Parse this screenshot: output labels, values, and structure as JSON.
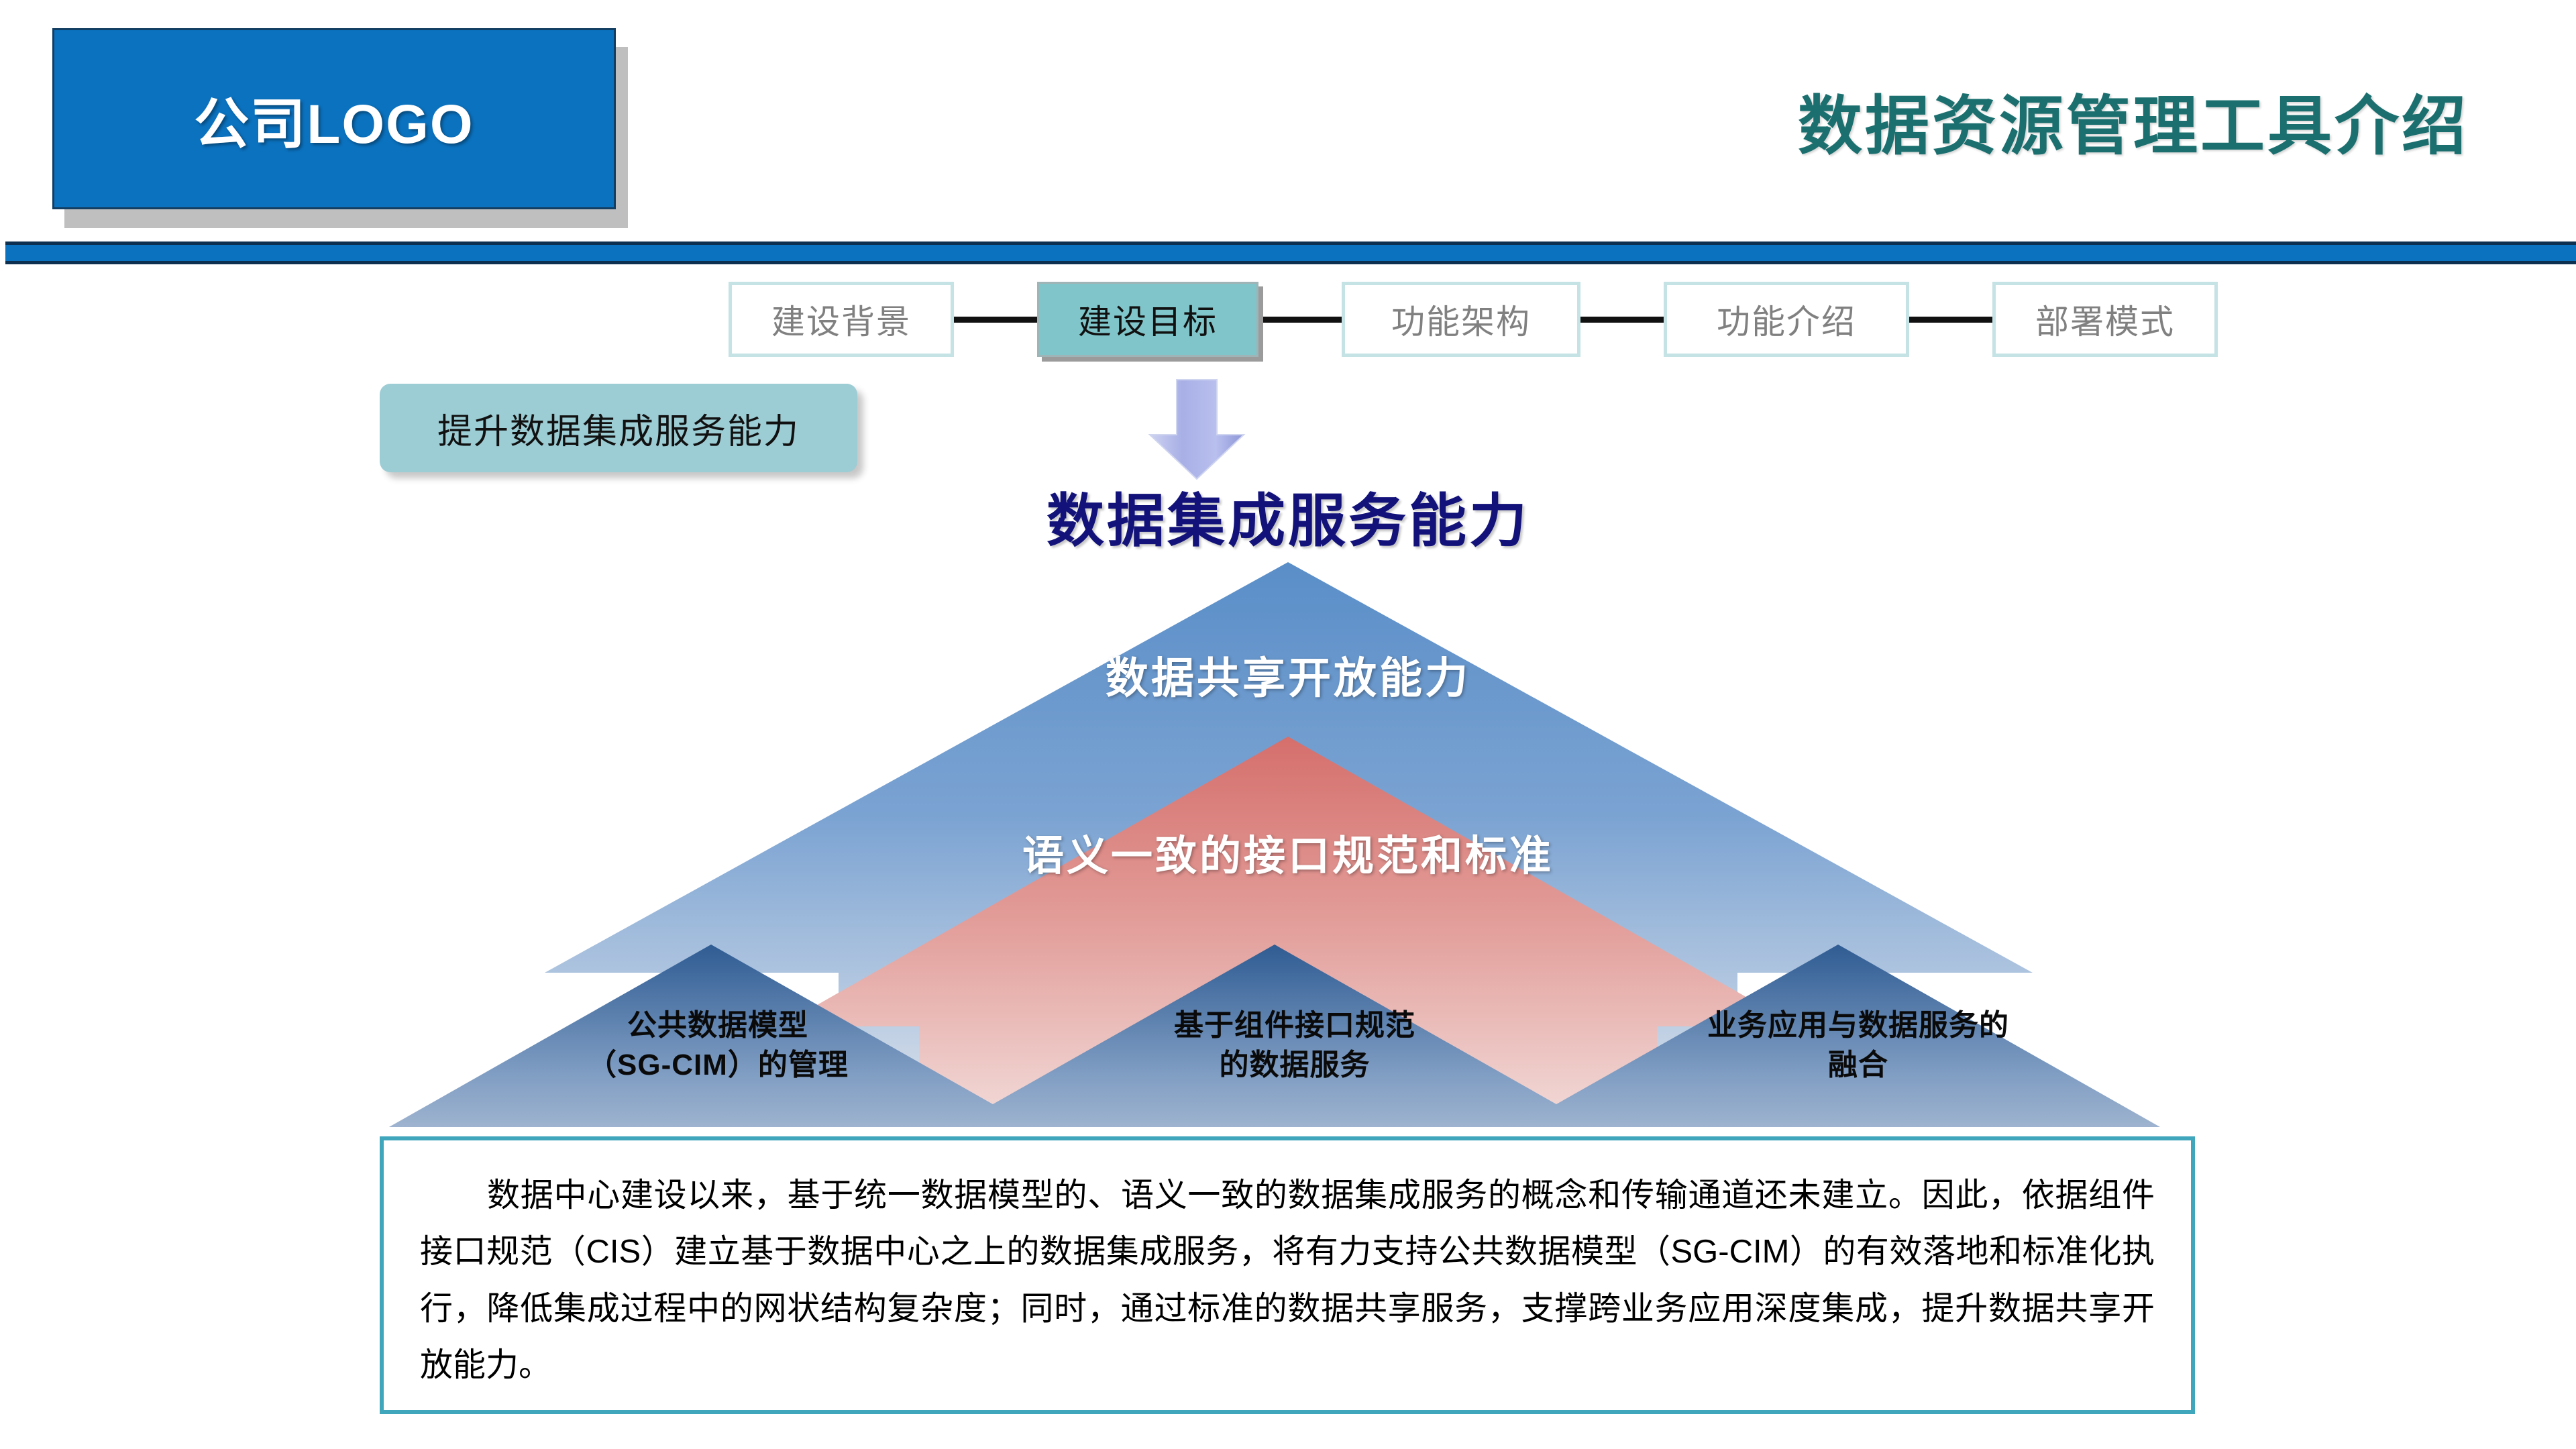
{
  "header": {
    "logo_label": "公司LOGO",
    "title": "数据资源管理工具介绍",
    "logo_bg_color": "#0b72bf",
    "title_color": "#1b6f6f",
    "rule_color": "#0b72bf"
  },
  "nav": {
    "tabs": [
      {
        "label": "建设背景",
        "active": false
      },
      {
        "label": "建设目标",
        "active": true
      },
      {
        "label": "功能架构",
        "active": false
      },
      {
        "label": "功能介绍",
        "active": false
      },
      {
        "label": "部署模式",
        "active": false
      }
    ],
    "active_bg_color": "#7fc5c9",
    "inactive_border_color": "#c5e2e4"
  },
  "subtitle_badge": {
    "label": "提升数据集成服务能力",
    "bg_color": "#9cccd4"
  },
  "down_arrow": {
    "icon": "down-arrow-icon",
    "color": "#aab1e8"
  },
  "main_heading": {
    "text": "数据集成服务能力",
    "color": "#12127a"
  },
  "chart_data": {
    "type": "diagram",
    "title": "数据集成服务能力",
    "layers": [
      {
        "level": 1,
        "label": "数据共享开放能力",
        "color": "#5b8fc9",
        "text_color": "#ffffff"
      },
      {
        "level": 2,
        "label": "语义一致的接口规范和标准",
        "color": "#d9716e",
        "text_color": "#ffffff"
      },
      {
        "level": 3,
        "items": [
          {
            "label": "公共数据模型\n（SG-CIM）的管理",
            "color": "#3d6699"
          },
          {
            "label": "基于组件接口规范\n的数据服务",
            "color": "#3d6699"
          },
          {
            "label": "业务应用与数据服务的\n融合",
            "color": "#3d6699"
          }
        ],
        "text_color": "#0a0a0a"
      }
    ]
  },
  "arrows": {
    "top_label": "数据共享开放能力",
    "mid_label": "语义一致的接口规范和标准",
    "bottom_labels": [
      "公共数据模型\n（SG-CIM）的管理",
      "基于组件接口规范\n的数据服务",
      "业务应用与数据服务的\n融合"
    ]
  },
  "body_box": {
    "text": "数据中心建设以来，基于统一数据模型的、语义一致的数据集成服务的概念和传输通道还未建立。因此，依据组件接口规范（CIS）建立基于数据中心之上的数据集成服务，将有力支持公共数据模型（SG-CIM）的有效落地和标准化执行，降低集成过程中的网状结构复杂度；同时，通过标准的数据共享服务，支撑跨业务应用深度集成，提升数据共享开放能力。",
    "border_color": "#3fa6bc"
  }
}
